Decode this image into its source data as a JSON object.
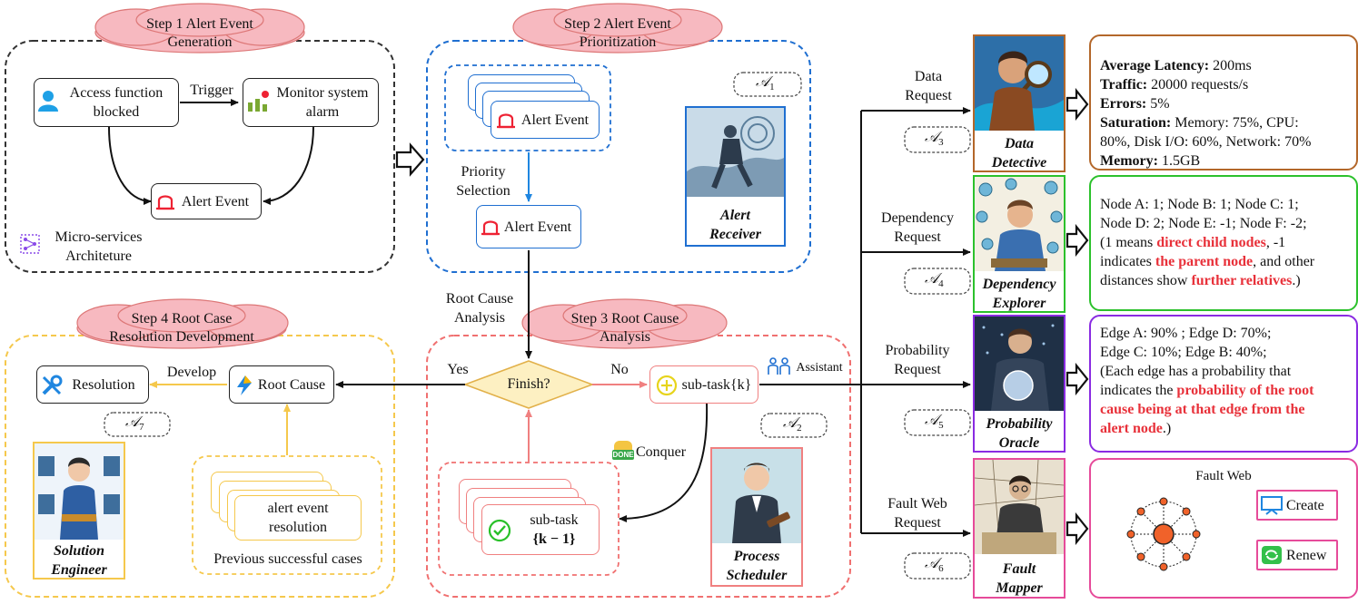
{
  "steps": {
    "step1": {
      "line1": "Step 1 Alert Event",
      "line2": "Generation"
    },
    "step2": {
      "line1": "Step 2 Alert Event",
      "line2": "Prioritization"
    },
    "step3": {
      "line1": "Step 3 Root Cause",
      "line2": "Analysis"
    },
    "step4": {
      "line1": "Step 4 Root Case",
      "line2": "Resolution Development"
    }
  },
  "step1_panel": {
    "access_line1": "Access function",
    "access_line2": "blocked",
    "trigger": "Trigger",
    "monitor_line1": "Monitor system",
    "monitor_line2": "alarm",
    "alert_event": "Alert Event",
    "micro_line1": "Micro-services",
    "micro_line2": "Architeture"
  },
  "step2_panel": {
    "alert_event_stack": "Alert Event",
    "priority_line1": "Priority",
    "priority_line2": "Selection",
    "alert_event": "Alert Event",
    "agent_symbol": "𝒜",
    "agent_sub": "1",
    "agent_line1": "Alert",
    "agent_line2": "Receiver"
  },
  "flow": {
    "rca_line1": "Root Cause",
    "rca_line2": "Analysis",
    "yes": "Yes",
    "no": "No",
    "finish": "Finish?",
    "subtask": "sub-task{k}",
    "assistant": "Assistant",
    "conquer": "Conquer",
    "subtask_prev_line1": "sub-task",
    "subtask_prev_line2": "{k − 1}",
    "develop": "Develop",
    "resolution": "Resolution",
    "root_cause": "Root Cause",
    "alert_res_line1": "alert event",
    "alert_res_line2": "resolution",
    "previous_cases": "Previous successful cases",
    "done_badge": "DONE"
  },
  "agents": {
    "a2": {
      "sub": "2",
      "line1": "Process",
      "line2": "Scheduler"
    },
    "a7": {
      "sub": "7",
      "line1": "Solution",
      "line2": "Engineer"
    },
    "a3": {
      "sub": "3",
      "line1": "Data",
      "line2": "Detective",
      "req1": "Data",
      "req2": "Request"
    },
    "a4": {
      "sub": "4",
      "line1": "Dependency",
      "line2": "Explorer",
      "req1": "Dependency",
      "req2": "Request"
    },
    "a5": {
      "sub": "5",
      "line1": "Probability",
      "line2": "Oracle",
      "req1": "Probability",
      "req2": "Request"
    },
    "a6": {
      "sub": "6",
      "line1": "Fault",
      "line2": "Mapper",
      "req1": "Fault Web",
      "req2": "Request"
    }
  },
  "data_box": {
    "latency_label": "Average Latency:",
    "latency_val": " 200ms",
    "traffic_label": "Traffic:",
    "traffic_val": " 20000 requests/s",
    "errors_label": "Errors:",
    "errors_val": " 5%",
    "saturation_label": "Saturation:",
    "saturation_val1": " Memory: 75%, CPU:",
    "saturation_val2": "80%, Disk I/O: 60%, Network: 70%",
    "memory_label": "Memory:",
    "memory_val": " 1.5GB"
  },
  "dependency_box": {
    "l1": "Node A: 1; Node B: 1; Node C: 1;",
    "l2": "Node D: 2; Node E: -1; Node F: -2;",
    "l3a": "(1 means ",
    "l3b": "direct child nodes",
    "l3c": ", -1",
    "l4a": "indicates ",
    "l4b": "the parent node",
    "l4c": ", and other",
    "l5a": "distances show ",
    "l5b": "further relatives",
    "l5c": ".)"
  },
  "probability_box": {
    "l1": "Edge A: 90% ; Edge D: 70%;",
    "l2": "Edge C: 10%; Edge B: 40%;",
    "l3": "(Each edge has a probability that",
    "l4a": "indicates the ",
    "l4b": "probability of the root",
    "l5": "cause being at that edge from the",
    "l6a": "alert node",
    "l6b": ".)"
  },
  "fault_box": {
    "title": "Fault Web",
    "create": "Create",
    "renew": "Renew"
  },
  "colors": {
    "step1_border": "#333333",
    "step2_border": "#1f6fd1",
    "step3_border": "#f07070",
    "step4_border": "#f5c84c",
    "data_box": "#b3672a",
    "dependency_box": "#2cc12c",
    "probability_box": "#8a2be2",
    "fault_box": "#e64b9a",
    "cloud_fill": "#f7b9c0",
    "highlight": "#e8313a"
  }
}
